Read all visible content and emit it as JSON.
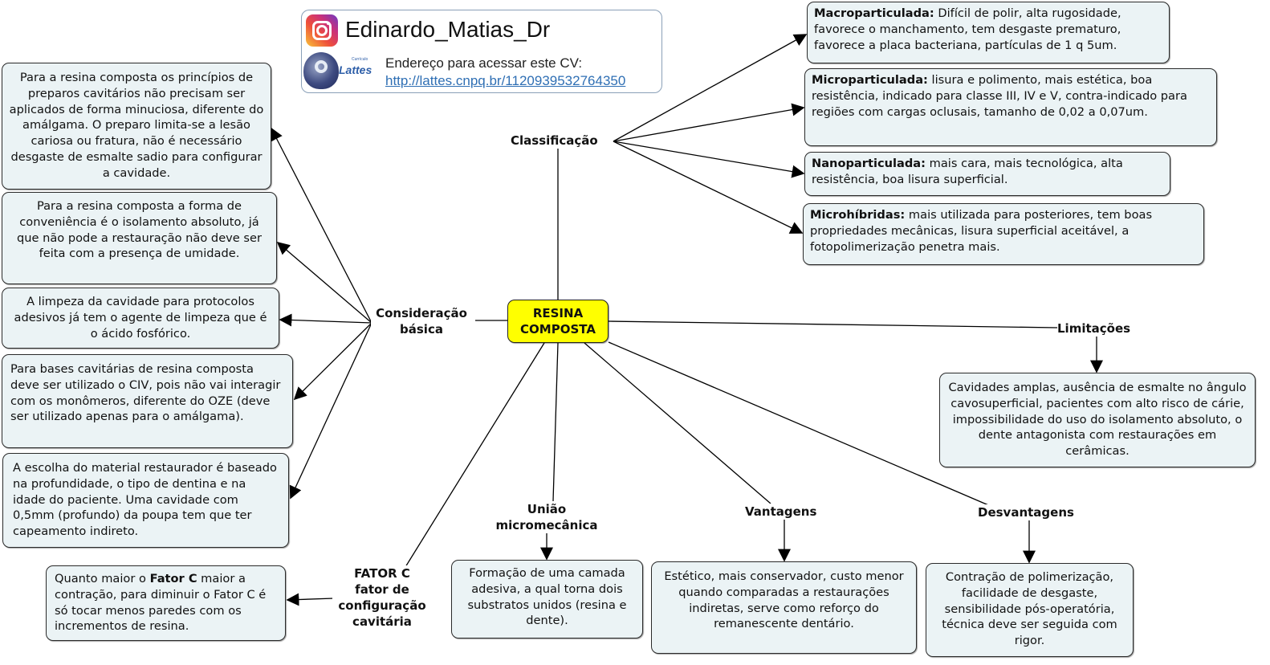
{
  "header": {
    "instagram_icon": "instagram-icon",
    "handle": "Edinardo_Matias_Dr",
    "lattes_icon": "lattes-logo-icon",
    "lattes_small": "Currículo",
    "lattes_word": "Lattes",
    "cv_label": "Endereço para acessar este CV:",
    "cv_link": "http://lattes.cnpq.br/1120939532764350"
  },
  "root": {
    "line1": "RESINA",
    "line2": "COMPOSTA",
    "color": "#ffff00"
  },
  "classificacao": {
    "label": "Classificação",
    "items": [
      {
        "title": "Macroparticulada:",
        "text": " Difícil de polir, alta rugosidade, favorece o manchamento, tem desgaste prematuro, favorece a placa bacteriana, partículas de 1 q 5um."
      },
      {
        "title": "Microparticulada:",
        "text": " lisura e polimento, mais estética, boa resistência, indicado para classe III, IV e V, contra-indicado para regiões com cargas oclusais, tamanho de 0,02 a 0,07um."
      },
      {
        "title": "Nanoparticulada:",
        "text": " mais cara, mais tecnológica, alta resistência, boa lisura superficial."
      },
      {
        "title": "Microhíbridas:",
        "text": " mais utilizada para posteriores, tem boas propriedades mecânicas, lisura superficial aceitável, a fotopolimerização penetra mais."
      }
    ]
  },
  "consideracao": {
    "label_line1": "Consideração",
    "label_line2": "básica",
    "items": [
      "Para a resina composta os princípios de preparos cavitários não precisam ser aplicados de forma minuciosa, diferente do amálgama. O preparo limita-se a lesão cariosa ou fratura, não é necessário desgaste de esmalte sadio para configurar a cavidade.",
      "Para a resina composta a forma de conveniência é o isolamento absoluto, já que não pode a restauração não deve ser feita com a presença de umidade.",
      "A limpeza da cavidade para protocolos adesivos já tem o agente de limpeza que é o ácido fosfórico.",
      "Para bases cavitárias de resina composta deve ser utilizado o CIV, pois não vai interagir com os monômeros, diferente do OZE (deve ser utilizado apenas para o amálgama).",
      "A escolha do material restaurador é baseado na profundidade, o tipo de dentina e na idade do paciente. Uma cavidade com 0,5mm (profundo) da poupa tem que ter capeamento indireto."
    ]
  },
  "limitacoes": {
    "label": "Limitações",
    "text": "Cavidades amplas, ausência de esmalte no ângulo cavosuperficial, pacientes com alto risco de cárie, impossibilidade do uso do isolamento absoluto, o dente antagonista com restaurações em cerâmicas."
  },
  "fator_c": {
    "label_line1": "FATOR C",
    "label_line2": "fator de",
    "label_line3": "configuração",
    "label_line4": "cavitária",
    "text_pre": "Quanto maior o ",
    "text_bold": "Fator C",
    "text_post": " maior a contração, para diminuir o Fator C é só tocar menos paredes com os incrementos de resina."
  },
  "uniao": {
    "label_line1": "União",
    "label_line2": "micromecânica",
    "text": "Formação de uma camada adesiva, a qual torna dois substratos unidos (resina e dente)."
  },
  "vantagens": {
    "label": "Vantagens",
    "text": "Estético, mais conservador, custo menor quando comparadas a restaurações indiretas, serve como reforço do remanescente dentário."
  },
  "desvantagens": {
    "label": "Desvantagens",
    "text": "Contração de polimerização, facilidade de desgaste, sensibilidade pós-operatória, técnica deve ser seguida com rigor."
  }
}
